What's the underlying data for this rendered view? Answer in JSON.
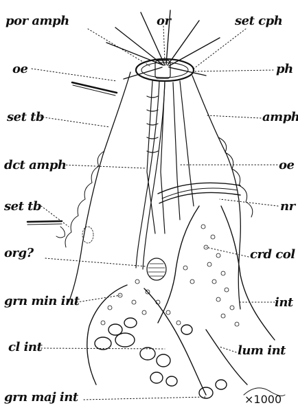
{
  "labels": {
    "left": [
      "por amph",
      "oe",
      "set tb",
      "dct amph",
      "set tb",
      "org?",
      "grn min int",
      "cl int",
      "grn maj int"
    ],
    "top": "or",
    "right": [
      "set cph",
      "ph",
      "amph",
      "oe",
      "nr",
      "crd col",
      "int",
      "lum int"
    ]
  },
  "scale_bar": "×1000",
  "colors": {
    "ink": "#111111",
    "paper": "#ffffff"
  }
}
